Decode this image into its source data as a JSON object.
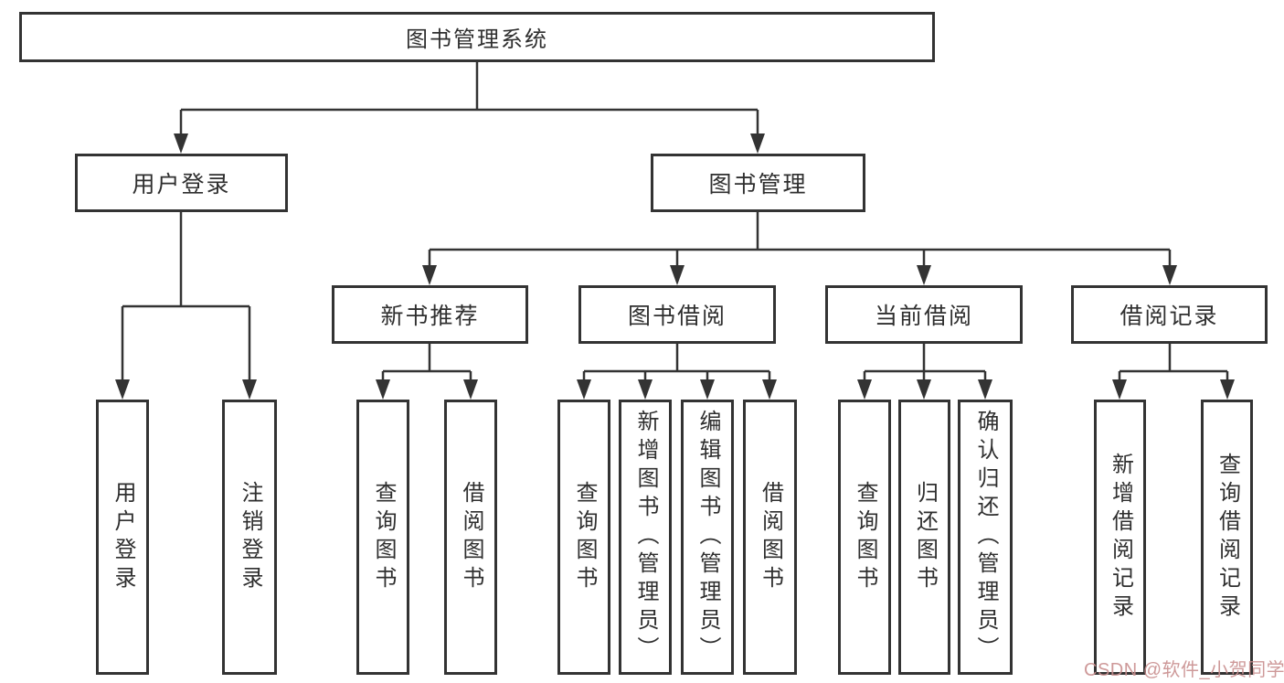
{
  "diagram": {
    "root": {
      "label": "图书管理系统"
    },
    "level2": [
      {
        "label": "用户登录"
      },
      {
        "label": "图书管理"
      }
    ],
    "level3": [
      {
        "label": "新书推荐",
        "parent": "图书管理"
      },
      {
        "label": "图书借阅",
        "parent": "图书管理"
      },
      {
        "label": "当前借阅",
        "parent": "图书管理"
      },
      {
        "label": "借阅记录",
        "parent": "图书管理"
      }
    ],
    "leaves": [
      {
        "label": "用户登录",
        "parent": "用户登录"
      },
      {
        "label": "注销登录",
        "parent": "用户登录"
      },
      {
        "label": "查询图书",
        "parent": "新书推荐"
      },
      {
        "label": "借阅图书",
        "parent": "新书推荐"
      },
      {
        "label": "查询图书",
        "parent": "图书借阅"
      },
      {
        "label": "新增图书（管理员）",
        "parent": "图书借阅"
      },
      {
        "label": "编辑图书（管理员）",
        "parent": "图书借阅"
      },
      {
        "label": "借阅图书",
        "parent": "图书借阅"
      },
      {
        "label": "查询图书",
        "parent": "当前借阅"
      },
      {
        "label": "归还图书",
        "parent": "当前借阅"
      },
      {
        "label": "确认归还（管理员）",
        "parent": "当前借阅"
      },
      {
        "label": "新增借阅记录",
        "parent": "借阅记录"
      },
      {
        "label": "查询借阅记录",
        "parent": "借阅记录"
      }
    ],
    "watermark": "CSDN @软件_小贺同学",
    "colors": {
      "line": "#333333",
      "text": "#2f2f2f",
      "node_background": "#ffffff",
      "page_background": "#ffffff",
      "watermark": "#c98f8f"
    }
  }
}
